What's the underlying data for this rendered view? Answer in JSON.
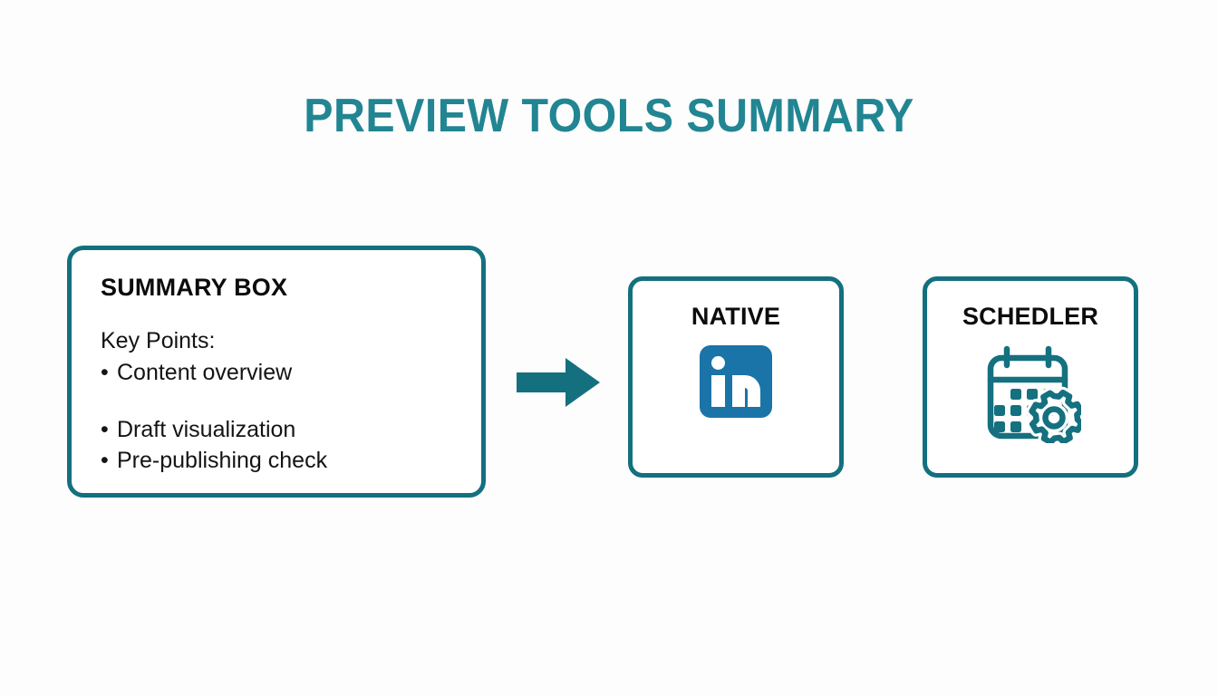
{
  "slide": {
    "title": "PREVIEW TOOLS SUMMARY",
    "background_color": "#fdfdfe",
    "accent_color": "#218592",
    "border_color": "#13707f"
  },
  "summary_box": {
    "heading": "SUMMARY BOX",
    "key_points_label": "Key Points:",
    "bullets": [
      "Content overview",
      "Draft visualization",
      "Pre-publishing check"
    ]
  },
  "flow": {
    "arrow_icon": "arrow-right-icon",
    "arrow_color": "#14707f"
  },
  "tools": [
    {
      "label": "NATIVE",
      "icon": "linkedin-logo-icon",
      "icon_color": "#1a74a8"
    },
    {
      "label": "SCHEDLER",
      "icon": "calendar-gear-icon",
      "icon_color": "#15707f"
    }
  ]
}
